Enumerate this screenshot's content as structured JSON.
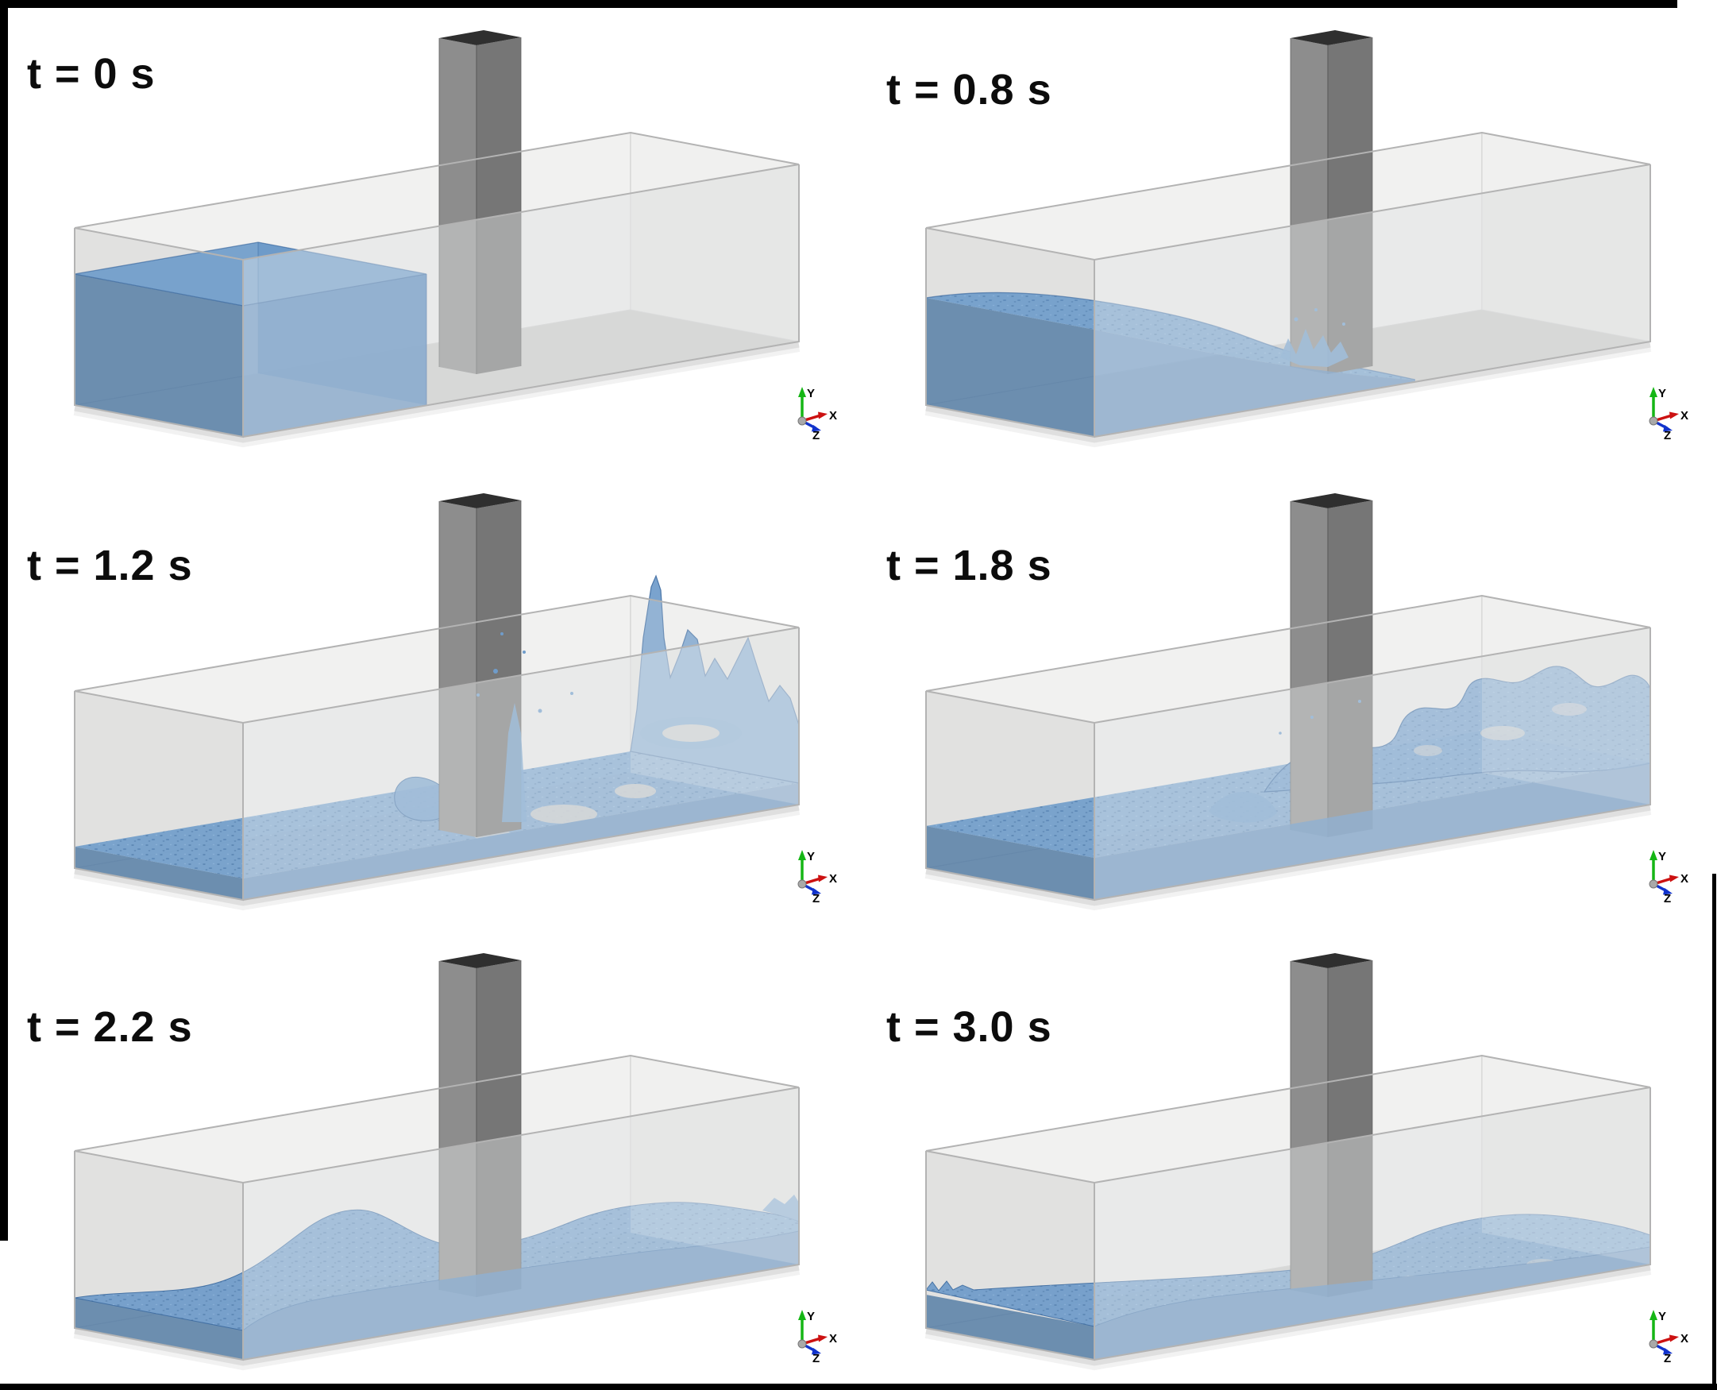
{
  "figure": {
    "background": "#ffffff",
    "frame_color": "#000000"
  },
  "panels": [
    {
      "id": "t0",
      "label": "t = 0 s"
    },
    {
      "id": "t0_8",
      "label": "t = 0.8 s"
    },
    {
      "id": "t1_2",
      "label": "t = 1.2 s"
    },
    {
      "id": "t1_8",
      "label": "t = 1.8 s"
    },
    {
      "id": "t2_2",
      "label": "t = 2.2 s"
    },
    {
      "id": "t3_0",
      "label": "t = 3.0 s"
    }
  ],
  "axis_triad": {
    "x_label": "X",
    "y_label": "Y",
    "z_label": "Z",
    "x_color": "#cc1111",
    "y_color": "#15b615",
    "z_color": "#1133cc",
    "origin_color": "#a9a9a9"
  },
  "colors": {
    "tank_top": "#f1f1f0",
    "tank_back_inner": "#e7e7e6",
    "tank_right_inner": "#dcdcdb",
    "tank_floor": "#c8c8c7",
    "tank_left_outer": "#e1e1e0",
    "tank_front_glass": "rgba(237,239,241,0.40)",
    "tank_edge": "#b3b3b3",
    "shadow": "#dddddd",
    "column_front": "#767676",
    "column_side": "#8d8d8d",
    "column_top": "#2f2f2f",
    "water_top": "#6f9cca",
    "water_front": "#5586bb",
    "water_side": "#4d7cb0",
    "water_left": "#44729f",
    "water_edge": "#32619a",
    "water_speckle_dark": "#2d5a8c",
    "water_speckle_light": "#9dbfe2",
    "dry_patch": "#c9c9c9",
    "label_color": "#0c0c0c"
  }
}
